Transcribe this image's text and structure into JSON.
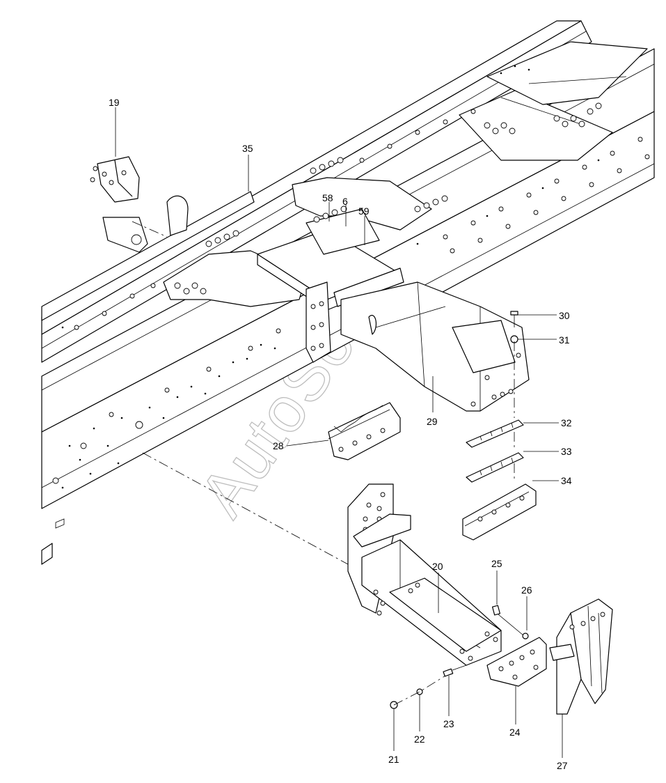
{
  "watermark": "AutoSoft",
  "callouts": {
    "c19": "19",
    "c35": "35",
    "c58": "58",
    "c6": "6",
    "c59": "59",
    "c30": "30",
    "c31": "31",
    "c29": "29",
    "c28": "28",
    "c32": "32",
    "c33": "33",
    "c34": "34",
    "c20": "20",
    "c25": "25",
    "c26": "26",
    "c21": "21",
    "c22": "22",
    "c23": "23",
    "c24": "24",
    "c27": "27"
  }
}
